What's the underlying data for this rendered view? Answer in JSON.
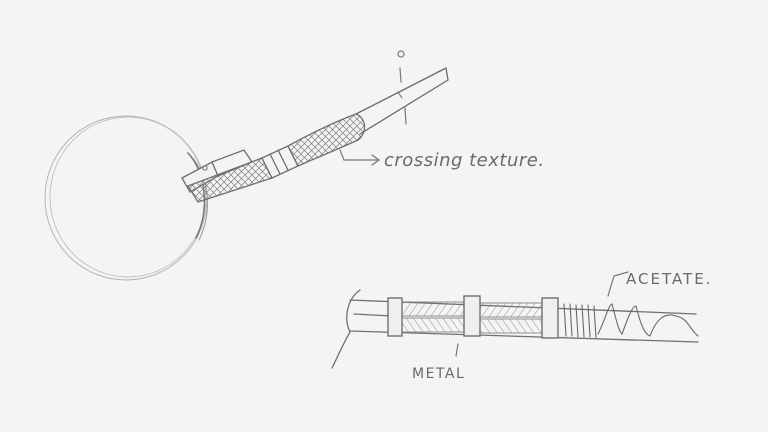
{
  "annotations": {
    "crossing": "crossing texture.",
    "acetate": "ACETATE.",
    "metal": "METAL"
  },
  "colors": {
    "pencil": "#707070",
    "pencil_light": "#a8a8a8",
    "paper": "#f4f4f2"
  }
}
